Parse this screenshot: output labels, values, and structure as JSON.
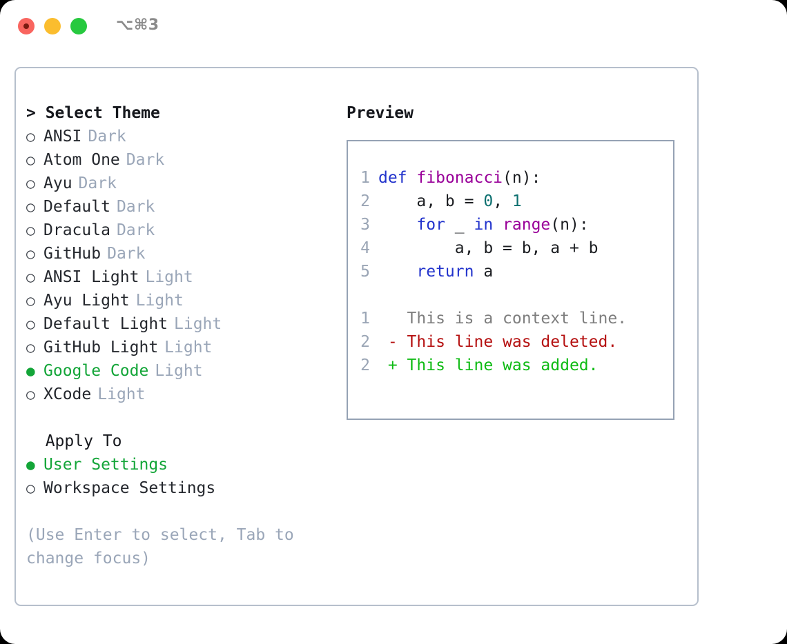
{
  "titlebar": {
    "shortcut": "⌥⌘3",
    "lights": [
      "close",
      "minimize",
      "maximize"
    ]
  },
  "left": {
    "theme_section": {
      "prefix": "> ",
      "title": "Select Theme",
      "options": [
        {
          "bullet": "○",
          "name": "ANSI",
          "kind": "Dark",
          "selected": false
        },
        {
          "bullet": "○",
          "name": "Atom One",
          "kind": "Dark",
          "selected": false
        },
        {
          "bullet": "○",
          "name": "Ayu",
          "kind": "Dark",
          "selected": false
        },
        {
          "bullet": "○",
          "name": "Default",
          "kind": "Dark",
          "selected": false
        },
        {
          "bullet": "○",
          "name": "Dracula",
          "kind": "Dark",
          "selected": false
        },
        {
          "bullet": "○",
          "name": "GitHub",
          "kind": "Dark",
          "selected": false
        },
        {
          "bullet": "○",
          "name": "ANSI Light",
          "kind": "Light",
          "selected": false
        },
        {
          "bullet": "○",
          "name": "Ayu Light",
          "kind": "Light",
          "selected": false
        },
        {
          "bullet": "○",
          "name": "Default Light",
          "kind": "Light",
          "selected": false
        },
        {
          "bullet": "○",
          "name": "GitHub Light",
          "kind": "Light",
          "selected": false
        },
        {
          "bullet": "●",
          "name": "Google Code",
          "kind": "Light",
          "selected": true
        },
        {
          "bullet": "○",
          "name": "XCode",
          "kind": "Light",
          "selected": false
        }
      ]
    },
    "apply_section": {
      "prefix": "  ",
      "title": "Apply To",
      "options": [
        {
          "bullet": "●",
          "name": "User Settings",
          "kind": "",
          "selected": true
        },
        {
          "bullet": "○",
          "name": "Workspace Settings",
          "kind": "",
          "selected": false
        }
      ]
    },
    "hint": "(Use Enter to select, Tab to change focus)"
  },
  "right": {
    "preview_title": "Preview",
    "code_lines": [
      {
        "lno": "1",
        "tokens": [
          {
            "t": "def",
            "c": "kw"
          },
          {
            "t": " ",
            "c": "pl"
          },
          {
            "t": "fibonacci",
            "c": "fn"
          },
          {
            "t": "(n):",
            "c": "pl"
          }
        ]
      },
      {
        "lno": "2",
        "tokens": [
          {
            "t": "    a, b = ",
            "c": "pl"
          },
          {
            "t": "0",
            "c": "num"
          },
          {
            "t": ", ",
            "c": "pl"
          },
          {
            "t": "1",
            "c": "num"
          }
        ]
      },
      {
        "lno": "3",
        "tokens": [
          {
            "t": "    ",
            "c": "pl"
          },
          {
            "t": "for",
            "c": "kw"
          },
          {
            "t": " _ ",
            "c": "pl"
          },
          {
            "t": "in",
            "c": "kw"
          },
          {
            "t": " ",
            "c": "pl"
          },
          {
            "t": "range",
            "c": "fn"
          },
          {
            "t": "(n):",
            "c": "pl"
          }
        ]
      },
      {
        "lno": "4",
        "tokens": [
          {
            "t": "        a, b = b, a + b",
            "c": "pl"
          }
        ]
      },
      {
        "lno": "5",
        "tokens": [
          {
            "t": "    ",
            "c": "pl"
          },
          {
            "t": "return",
            "c": "kw"
          },
          {
            "t": " a",
            "c": "pl"
          }
        ]
      }
    ],
    "diff_lines": [
      {
        "lno": "1",
        "marker": " ",
        "text": "This is a context line.",
        "kind": "ctx"
      },
      {
        "lno": "2",
        "marker": "-",
        "text": "This line was deleted.",
        "kind": "del"
      },
      {
        "lno": "2",
        "marker": "+",
        "text": "This line was added.",
        "kind": "add"
      }
    ]
  },
  "colors": {
    "accent_green": "#13a538",
    "muted": "#9aa6b8",
    "keyword": "#2233cc",
    "function": "#990099",
    "number": "#0d7070",
    "diff_add": "#0fbb14",
    "diff_del": "#b51111",
    "border": "#b6bfcc"
  }
}
